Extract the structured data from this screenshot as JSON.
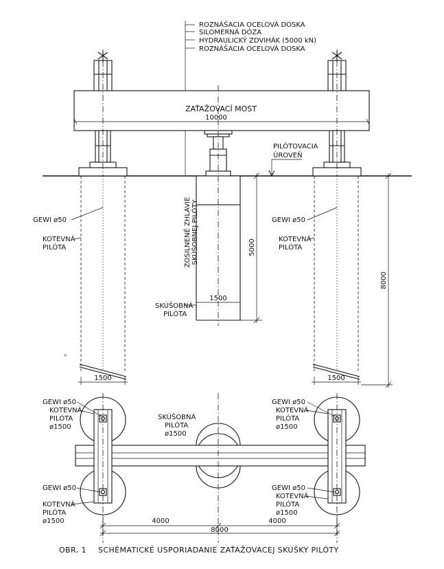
{
  "labels": {
    "layer1": "ROZNÁŠACIA OCELOVÁ DOSKA",
    "layer2": "SILOMERNÁ DÓZA",
    "layer3": "HYDRAULICKÝ ZDVIHÁK (5000 kN)",
    "layer4": "ROZNÁŠACIA OCELOVÁ DOSKA",
    "bridge": "ZAŤAŽOVACÍ MOST",
    "bridge_length": "10000",
    "pile_level_1": "PILÓTOVACIA",
    "pile_level_2": "ÚROVEŇ",
    "head_1": "ZOSILNENÉ ZHLAVIE",
    "head_2": "SKÚŠOBNEJ PILÓTY",
    "gewi_left": "GEWI ø50",
    "gewi_right": "GEWI ø50",
    "anchor_left_1": "KOTEVNÁ",
    "anchor_left_2": "PILÓTA",
    "anchor_right_1": "KOTEVNÁ",
    "anchor_right_2": "PILÓTA",
    "test_pile_1": "SKÚŠOBNÁ",
    "test_pile_2": "PILÓTA",
    "dim_test_len": "5000",
    "dim_anchor_len": "8000",
    "dim_test_dia": "1500",
    "dim_left_dia": "1500",
    "dim_right_dia": "1500"
  },
  "plan": {
    "tl_gewi": "GEWI ø50",
    "tl_1": "KOTEVNÁ",
    "tl_2": "PILÓTA",
    "tl_3": "ø1500",
    "tr_gewi": "GEWI ø50",
    "tr_1": "KOTEVNÁ",
    "tr_2": "PILÓTA",
    "tr_3": "ø1500",
    "bl_gewi": "GEWI ø50",
    "bl_1": "KOTEVNÁ",
    "bl_2": "PILÓTA",
    "bl_3": "ø1500",
    "br_gewi": "GEWI ø50",
    "br_1": "KOTEVNÁ",
    "br_2": "PILÓTA",
    "br_3": "ø1500",
    "c_1": "SKÚŠOBNÁ",
    "c_2": "PILÓTA",
    "c_3": "ø1500",
    "dim_half_left": "4000",
    "dim_half_right": "4000",
    "dim_total": "8000"
  },
  "caption": {
    "number": "OBR. 1",
    "text": "SCHÉMATICKÉ USPORIADANIE ZAŤAŽOVACEJ SKÚŠKY PILÓTY"
  }
}
